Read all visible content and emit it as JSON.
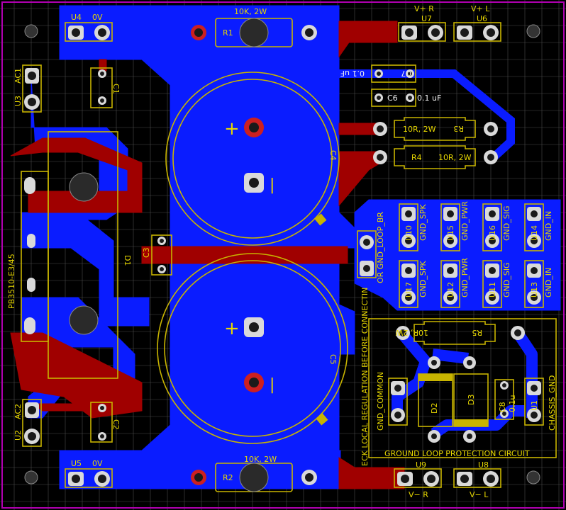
{
  "colors": {
    "background": "#000000",
    "top_copper": "#0a1cff",
    "bottom_copper": "#a00000",
    "silkscreen": "#e8d800",
    "pad": "#d9d9d9",
    "board_outline": "#b000b0"
  },
  "labels": {
    "u4": "U4",
    "u4_net": "0V",
    "u5": "U5",
    "u5_net": "0V",
    "u3": "U3",
    "u3_net": "AC1",
    "u2": "U2",
    "u2_net": "AC2",
    "u7": "U7",
    "u7_net": "V+ R",
    "u6": "U6",
    "u6_net": "V+ L",
    "u9": "U9",
    "u9_net": "V− R",
    "u8": "U8",
    "u8_net": "V− L",
    "r1": "R1",
    "r1_val": "10K, 2W",
    "r2": "R2",
    "r2_val": "10K, 2W",
    "r3": "R3",
    "r3_val": "10R, 2W",
    "r4": "R4",
    "r4_val": "10R, 2W",
    "r5": "R5",
    "r5_val": "10R, 2W",
    "c1": "C1",
    "c2": "C2",
    "c3": "C3",
    "c4": "C4",
    "c5": "C5",
    "c6": "C6",
    "c6_val": "0.1 uF",
    "c7": "C7",
    "c7_val": "0.1 uF",
    "c8": "C8",
    "c8_val": "0.1u",
    "d1": "D1",
    "d2": "D2",
    "d3": "D3",
    "bridge": "PB3510-E3/45",
    "u10": "U10",
    "u10_net": "GND_SPK",
    "u15": "U15",
    "u15_net": "GND_PWR",
    "u16": "U16",
    "u16_net": "GND_SIG",
    "u14": "U14",
    "u14_net": "GND_IN",
    "u17": "U17",
    "u17_net": "GND_SPK",
    "u12": "U12",
    "u12_net": "GND_PWR",
    "u11": "U11",
    "u11_net": "GND_SIG",
    "u13": "U13",
    "u13_net": "GND_IN",
    "gnd_loop": "OR GND_LOOP_BR",
    "check_note": "ECK LOCAL REGULATION BEFORE CONNECTIN",
    "gnd_common": "GND_COMMON",
    "chassis_gnd": "CHASSIS_GND",
    "u1": "U1",
    "protect_title": "GROUND LOOP PROTECTION CIRCUIT",
    "plus": "+",
    "minus": "|"
  }
}
